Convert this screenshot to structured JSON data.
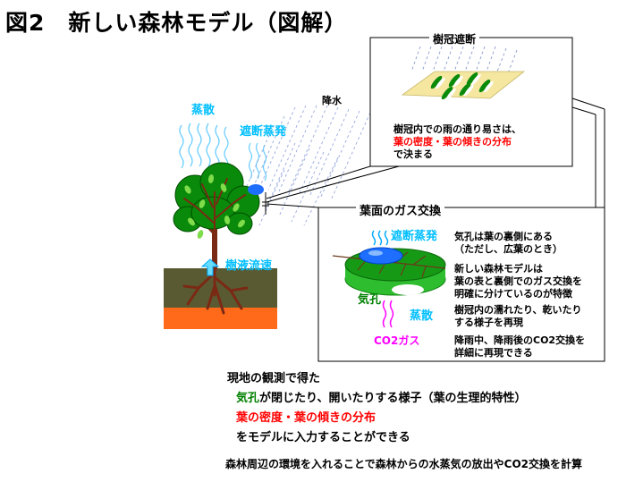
{
  "title": "図2　新しい森林モデル（図解）",
  "labels": {
    "transpiration": "蒸散",
    "interception_evaporation": "遮断蒸発",
    "rainfall": "降水",
    "sap_flow": "樹液流速"
  },
  "canopy_box": {
    "title": "樹冠遮断",
    "line1": "樹冠内での雨の通り易さは、",
    "line2": "葉の密度・葉の傾きの分布",
    "line3": "で決まる"
  },
  "gas_box": {
    "title": "葉面のガス交換",
    "interception": "遮断蒸発",
    "stomata": "気孔",
    "transpiration": "蒸散",
    "co2": "CO2ガス",
    "notes": [
      [
        "気孔は葉の裏側にある",
        "（ただし、広葉のとき）"
      ],
      [
        "新しい森林モデルは",
        "葉の表と裏側でのガス交換を",
        "明確に分けているのが特徴"
      ],
      [
        "樹冠内の濡れたり、乾いたり",
        "する様子を再現"
      ],
      [
        "降雨中、降雨後のCO2交換を",
        "詳細に再現できる"
      ]
    ]
  },
  "bottom": {
    "intro": "現地の観測で得た",
    "item1_key": "気孔",
    "item1_rest": "が閉じたり、開いたりする様子（葉の生理的特性）",
    "item2": "葉の密度・葉の傾きの分布",
    "item3": "をモデルに入力することができる",
    "conclusion": "森林周辺の環境を入れることで森林からの水蒸気の放出やCO2交換を計算"
  },
  "colors": {
    "cyan": "#00bfff",
    "red": "#ff0000",
    "magenta": "#ff00ff",
    "leaf_green": "#008000",
    "soil_olive": "#5a5a32",
    "soil_orange": "#ff6a1a",
    "trunk_brown": "#7a2a14",
    "leaf_surface": "#1e90ff",
    "leaf_yellow": "#f5e6a0"
  }
}
